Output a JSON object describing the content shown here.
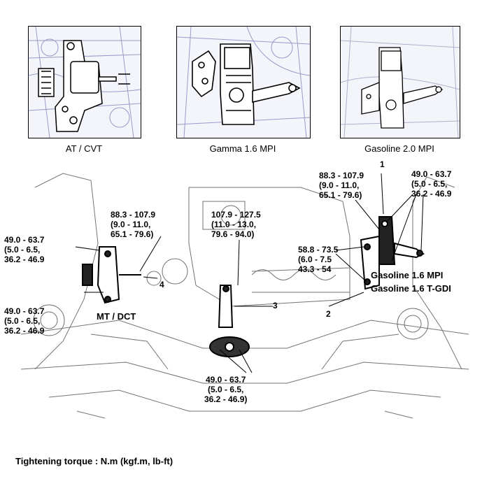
{
  "insets": [
    {
      "caption": "AT / CVT"
    },
    {
      "caption": "Gamma 1.6 MPI"
    },
    {
      "caption": "Gasoline 2.0 MPI"
    }
  ],
  "callouts": {
    "left_upper": [
      "49.0 - 63.7",
      "(5.0 - 6.5,",
      "36.2 - 46.9"
    ],
    "left_lower": [
      "49.0 - 63.7",
      "(5.0 - 6.5,",
      "36.2 - 46.9"
    ],
    "center_left": [
      "88.3 - 107.9",
      "(9.0 - 11.0,",
      "65.1 - 79.6)"
    ],
    "center": [
      "107.9 - 127.5",
      "(11.0 - 13.0,",
      "79.6 - 94.0)"
    ],
    "top_mid": [
      "88.3 - 107.9",
      "(9.0 - 11.0,",
      "65.1 - 79.6)"
    ],
    "top_right": [
      "49.0 - 63.7",
      "(5.0 - 6.5,",
      "36.2 - 46.9"
    ],
    "mid_right": [
      "58.8 - 73.5",
      "(6.0 - 7.5",
      "43.3 - 54"
    ],
    "bottom": [
      "49.0 - 63.7",
      "(5.0 - 6.5,",
      "36.2 - 46.9)"
    ]
  },
  "labels": {
    "mt_dct": "MT / DCT",
    "gas_mpi": "Gasoline 1.6 MPI",
    "gas_tgdi": "Gasoline 1.6 T-GDI"
  },
  "numbers": {
    "n1": "1",
    "n2": "2",
    "n3": "3",
    "n4": "4"
  },
  "footer": "Tightening torque : N.m (kgf.m, lb-ft)"
}
